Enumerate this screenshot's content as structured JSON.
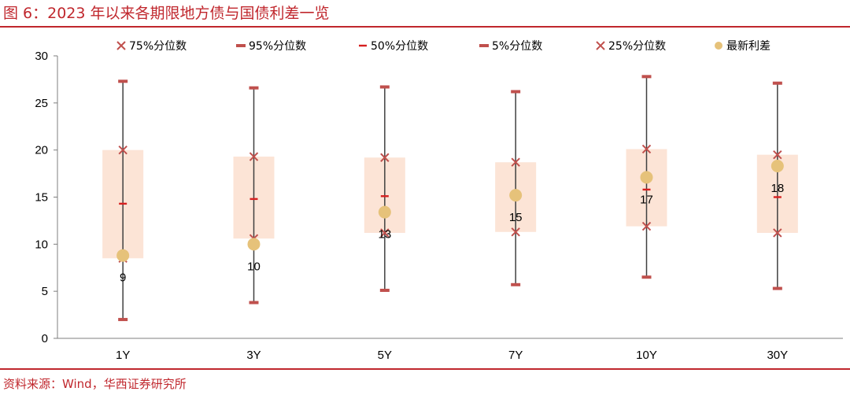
{
  "figure": {
    "title": "图 6：2023 年以来各期限地方债与国债利差一览",
    "source": "资料来源：Wind，华西证券研究所"
  },
  "chart_data": {
    "type": "box",
    "categories": [
      "1Y",
      "3Y",
      "5Y",
      "7Y",
      "10Y",
      "30Y"
    ],
    "ylim": [
      0,
      30
    ],
    "yticks": [
      0,
      5,
      10,
      15,
      20,
      25,
      30
    ],
    "grid": false,
    "legend_position": "top",
    "series": [
      {
        "name": "75%分位数",
        "marker": "x",
        "color": "#c0504d",
        "values": [
          20.0,
          19.3,
          19.2,
          18.7,
          20.1,
          19.5
        ]
      },
      {
        "name": "95%分位数",
        "marker": "bar",
        "color": "#c0504d",
        "values": [
          27.3,
          26.6,
          26.7,
          26.2,
          27.8,
          27.1
        ]
      },
      {
        "name": "50%分位数",
        "marker": "dash",
        "color": "#d62020",
        "values": [
          14.3,
          14.8,
          15.1,
          14.8,
          15.8,
          15.0
        ]
      },
      {
        "name": "5%分位数",
        "marker": "bar",
        "color": "#c0504d",
        "values": [
          2.0,
          3.8,
          5.1,
          5.7,
          6.5,
          5.3
        ]
      },
      {
        "name": "25%分位数",
        "marker": "x",
        "color": "#c0504d",
        "values": [
          8.5,
          10.6,
          11.2,
          11.3,
          11.9,
          11.2
        ]
      },
      {
        "name": "最新利差",
        "marker": "dot",
        "color": "#e6c27a",
        "values": [
          8.8,
          10.0,
          13.4,
          15.2,
          17.1,
          18.3
        ]
      }
    ],
    "data_labels": [
      "9",
      "10",
      "13",
      "15",
      "17",
      "18"
    ],
    "colors": {
      "box_fill": "#fce4d6",
      "whisker": "#404040",
      "axis": "#7f7f7f"
    }
  }
}
